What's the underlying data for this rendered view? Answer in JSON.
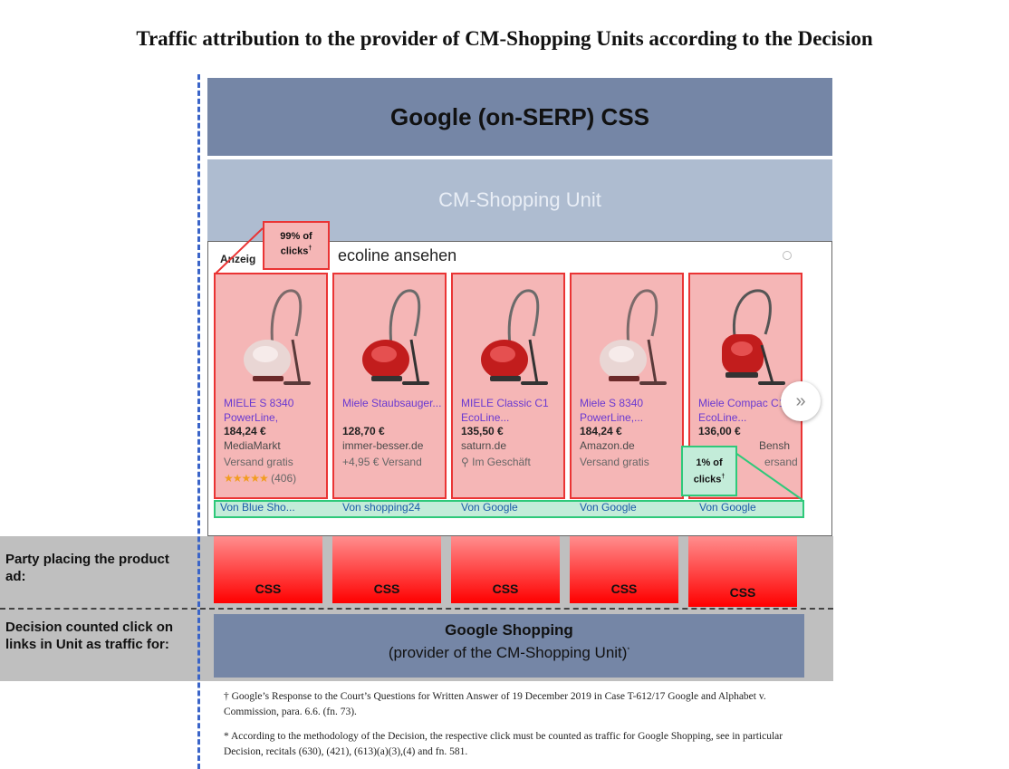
{
  "title": "Traffic attribution to the provider of CM-Shopping Units according to the Decision",
  "bands": {
    "google_css": "Google (on-SERP) CSS",
    "cm_unit": "CM-Shopping Unit"
  },
  "screenshot": {
    "anzeige": "Anzeig",
    "query": "ecoline ansehen",
    "arrow": "»"
  },
  "products": [
    {
      "name": "MIELE S 8340 PowerLine,",
      "price": "184,24 €",
      "shop": "MediaMarkt",
      "shipping": "Versand gratis",
      "stars": "★★★★★",
      "reviews": "(406)",
      "von": "Von Blue Sho..."
    },
    {
      "name": "Miele Staubsauger...",
      "price": "128,70 €",
      "shop": "immer-besser.de",
      "shipping": "+4,95 € Versand",
      "von": "Von shopping24"
    },
    {
      "name": "MIELE Classic C1 EcoLine...",
      "price": "135,50 €",
      "shop": "saturn.de",
      "shipping": "Im Geschäft",
      "pin": "⚲",
      "von": "Von Google"
    },
    {
      "name": "Miele S 8340 PowerLine,...",
      "price": "184,24 €",
      "shop": "Amazon.de",
      "shipping": "Versand gratis",
      "von": "Von Google"
    },
    {
      "name": "Miele Compac C1 EcoLine...",
      "price": "136,00 €",
      "shop": "Bensh",
      "shipping": "ersand",
      "von": "Von Google"
    }
  ],
  "callouts": {
    "ninety_nine": "99% of clicks",
    "one": "1% of clicks",
    "dagger": "†"
  },
  "labels": {
    "party": "Party placing the product ad:",
    "decision": "Decision counted click on links in Unit as traffic for:"
  },
  "css_label": "CSS",
  "google_shopping": {
    "title": "Google Shopping",
    "subtitle": "(provider of the CM-Shopping Unit)",
    "asterisk": "*"
  },
  "footnotes": {
    "dagger": "† Google’s Response to the Court’s Questions for Written Answer of 19 December 2019 in Case T-612/17 Google and Alphabet v. Commission, para. 6.6. (fn. 73).",
    "asterisk": "* According to the methodology of the Decision, the respective click must be counted as traffic for Google Shopping, see in particular Decision, recitals (630), (421), (613)(a)(3),(4) and fn. 581."
  },
  "colors": {
    "ad_red": "#ea3434",
    "ad_fill": "#f5b6b6",
    "link_green": "#2ec97a",
    "google_band": "#7586a6",
    "unit_band": "#aebcd0",
    "gray_band": "#bfbfbf",
    "divider_blue": "#3a64c8"
  }
}
